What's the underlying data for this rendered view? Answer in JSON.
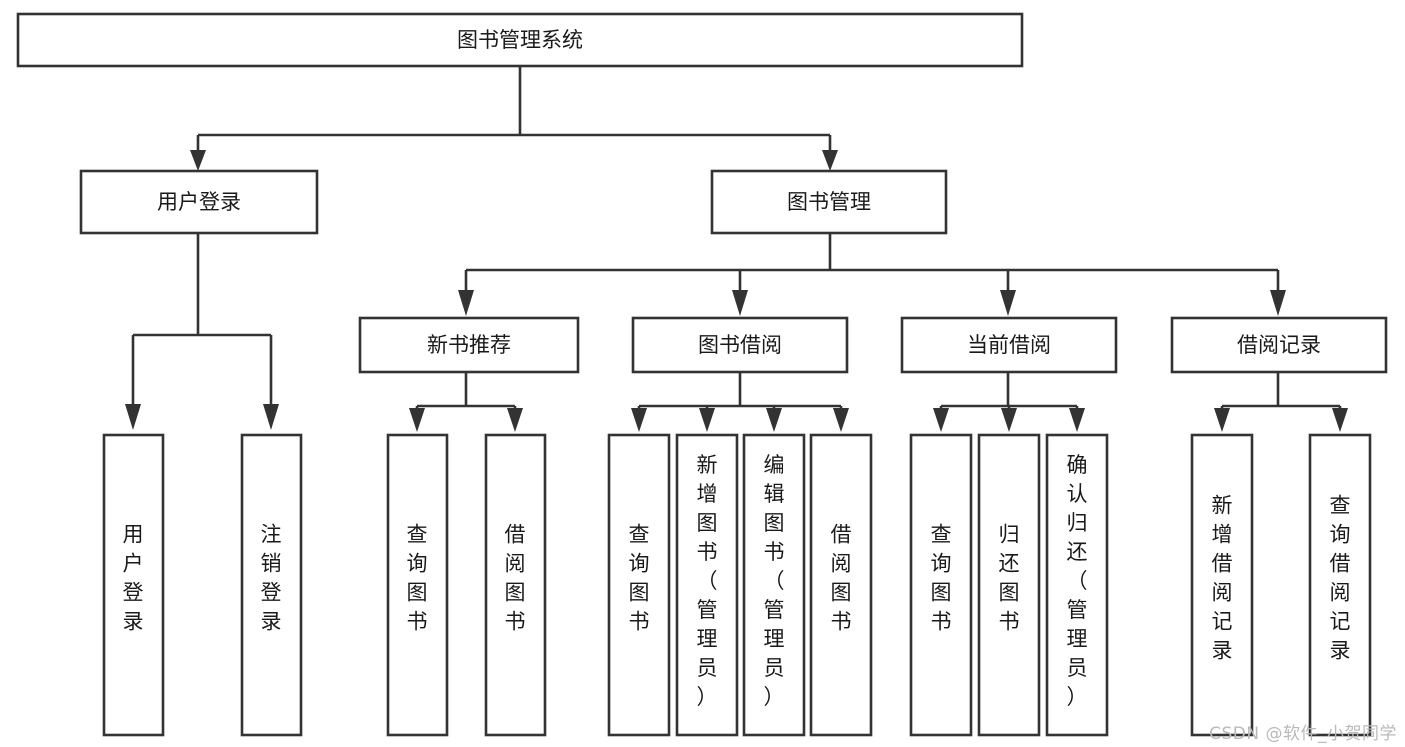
{
  "diagram": {
    "title": "图书管理系统",
    "type": "tree-hierarchy",
    "watermark": "CSDN @软件_小贺同学",
    "colors": {
      "stroke": "#333333",
      "fill": "#ffffff",
      "text": "#1a1a1a",
      "watermark": "#b9b9b9"
    },
    "levels": {
      "root": {
        "label": "图书管理系统"
      },
      "level2": [
        {
          "id": "user-login",
          "label": "用户登录"
        },
        {
          "id": "book-management",
          "label": "图书管理"
        }
      ],
      "level3": [
        {
          "id": "new-book-recommend",
          "label": "新书推荐",
          "parent": "book-management"
        },
        {
          "id": "book-borrow",
          "label": "图书借阅",
          "parent": "book-management"
        },
        {
          "id": "current-borrow",
          "label": "当前借阅",
          "parent": "book-management"
        },
        {
          "id": "borrow-record",
          "label": "借阅记录",
          "parent": "book-management"
        }
      ],
      "leaves": [
        {
          "id": "leaf-user-login",
          "label": "用户登录",
          "parent": "user-login"
        },
        {
          "id": "leaf-logout",
          "label": "注销登录",
          "parent": "user-login"
        },
        {
          "id": "leaf-query-book-1",
          "label": "查询图书",
          "parent": "new-book-recommend"
        },
        {
          "id": "leaf-borrow-book-1",
          "label": "借阅图书",
          "parent": "new-book-recommend"
        },
        {
          "id": "leaf-query-book-2",
          "label": "查询图书",
          "parent": "book-borrow"
        },
        {
          "id": "leaf-add-book",
          "label": "新增图书（管理员）",
          "parent": "book-borrow"
        },
        {
          "id": "leaf-edit-book",
          "label": "编辑图书（管理员）",
          "parent": "book-borrow"
        },
        {
          "id": "leaf-borrow-book-2",
          "label": "借阅图书",
          "parent": "book-borrow"
        },
        {
          "id": "leaf-query-book-3",
          "label": "查询图书",
          "parent": "current-borrow"
        },
        {
          "id": "leaf-return-book",
          "label": "归还图书",
          "parent": "current-borrow"
        },
        {
          "id": "leaf-confirm-return",
          "label": "确认归还（管理员）",
          "parent": "current-borrow"
        },
        {
          "id": "leaf-add-record",
          "label": "新增借阅记录",
          "parent": "borrow-record"
        },
        {
          "id": "leaf-query-record",
          "label": "查询借阅记录",
          "parent": "borrow-record"
        }
      ]
    }
  }
}
